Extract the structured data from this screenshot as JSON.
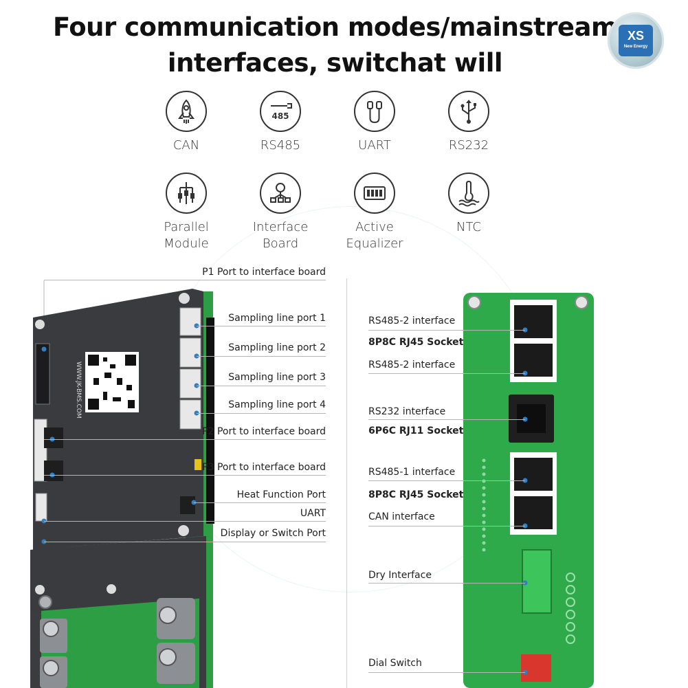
{
  "title_line1": "Four communication modes/mainstream",
  "title_line2": "interfaces, switchat will",
  "logo": {
    "mark": "XS",
    "sub": "New Energy",
    "color": "#2b6fb5"
  },
  "features": [
    {
      "icon": "rocket-icon",
      "label": "CAN"
    },
    {
      "icon": "rs485-connector-icon",
      "label": "RS485",
      "badge": "485"
    },
    {
      "icon": "uart-cable-icon",
      "label": "UART"
    },
    {
      "icon": "usb-icon",
      "label": "RS232"
    },
    {
      "icon": "parallel-module-icon",
      "label": "Parallel",
      "label2": "Module"
    },
    {
      "icon": "interface-board-icon",
      "label": "Interface",
      "label2": "Board"
    },
    {
      "icon": "battery-equalizer-icon",
      "label": "Active",
      "label2": "Equalizer"
    },
    {
      "icon": "thermometer-icon",
      "label": "NTC"
    }
  ],
  "left_board": {
    "url_text": "WWW.JK-BMS.COM",
    "callouts": [
      "P1 Port to interface board",
      "Sampling line port 1",
      "Sampling line port 2",
      "Sampling line port 3",
      "Sampling line port 4",
      "P2 Port to interface board",
      "P3 Port to interface board",
      "Heat Function Port",
      "UART",
      "Display or Switch Port"
    ]
  },
  "right_board": {
    "callouts": [
      {
        "label": "RS485-2 interface",
        "sub": "8P8C RJ45 Socket"
      },
      {
        "label": "RS485-2 interface"
      },
      {
        "label": "RS232 interface",
        "sub": "6P6C RJ11 Socket"
      },
      {
        "label": "RS485-1 interface",
        "sub": "8P8C RJ45 Socket"
      },
      {
        "label": "CAN interface"
      },
      {
        "label": "Dry Interface"
      },
      {
        "label": "Dial Switch"
      }
    ]
  },
  "colors": {
    "pcb_green": "#2faa4a",
    "board_dark": "#3a3b3e",
    "accent_blue": "#2e7fc3"
  }
}
